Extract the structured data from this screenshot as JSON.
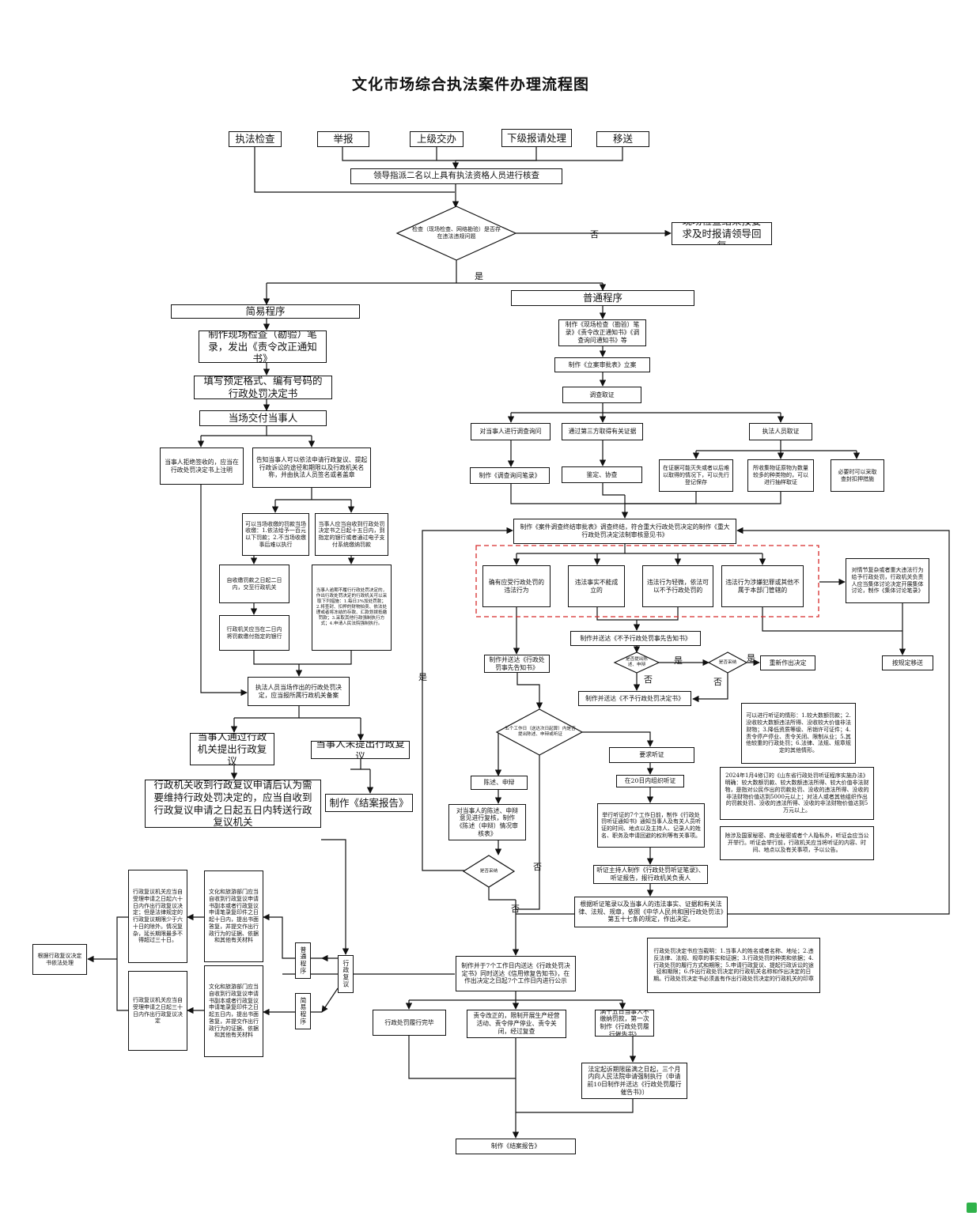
{
  "title": "文化市场综合执法案件办理流程图",
  "sources": [
    "执法检查",
    "举报",
    "上级交办",
    "下级报请处理",
    "移送"
  ],
  "assign": "领导指派二名以上具有执法资格人员进行核查",
  "check_diamond": "检查（现场检查、网络勘验）是否存在违法违规问题",
  "no_label": "否",
  "yes_label": "是",
  "no_result": "现场检查结果按要求及时报请领导回复",
  "simple": {
    "title": "简易程序",
    "step1": "制作现场检查（勘验）笔录，发出《责令改正通知书》",
    "step2": "填写预定格式、编有号码的行政处罚决定书",
    "step3": "当场交付当事人",
    "refuse": "当事人拒绝签收的，应当在行政处罚决定书上注明",
    "inform": "告知当事人可以依法申请行政复议、提起行政诉讼的途径和期限以及行政机关名称，并由执法人员签名或者盖章",
    "collect_spot": "可以当场收缴的罚款当场收缴：1.依法给予一百元以下罚款；2.不当场收缴事后难以执行",
    "self_pay": "当事人应当自收到行政处罚决定书之日起十五日内，到指定的银行或者通过电子支付系统缴纳罚款",
    "hand_in": "自收缴罚款之日起二日内，交至行政机关",
    "to_bank": "行政机关应当在二日内将罚款缴付指定的银行",
    "overdue": "当事人逾期不履行行政处罚决定的，作出行政处罚决定的行政机关可以采取下列措施：1.每日3%加处罚款；2.将查封、扣押的财物拍卖、依法处理或者将冻结的存款、汇款划拨抵缴罚款；3.采取其他行政强制执行方式；4.申请人民法院强制执行。",
    "report": "执法人员当场作出的行政处罚决定，应当报所属行政机关备案",
    "review_yes": "当事人通过行政机关提出行政复议",
    "review_no": "当事人未提出行政复议",
    "forward": "行政机关收到行政复议申请后认为需要维持行政处罚决定的，应当自收到行政复议申请之日起五日内转送行政复议机关",
    "closing": "制作《结案报告》"
  },
  "normal": {
    "title": "普通程序",
    "docs": "制作《现场检查（勘验）笔录》《责令改正通知书》《调查询问通知书》等",
    "filing": "制作《立案审批表》立案",
    "evidence": "调查取证",
    "inquiry": "对当事人进行调查询问",
    "third": "通过第三方取得有关证据",
    "officer": "执法人员取证",
    "record": "制作《调查询问笔录》",
    "appraise": "鉴定、协查",
    "preserve": "在证据可能灭失或者以后难以取得的情况下，可以先行登记保存",
    "sample": "所收集物证原物为数量较多的种类物的，可以进行抽样取证",
    "seize": "必要时可以采取查封扣押措施",
    "end_review": "制作《案件调查终结审批表》调查终结，符合重大行政处罚决定的制作《重大行政处罚决定法制审核意见书》",
    "outcomes": [
      "确有应受行政处罚的违法行为",
      "违法事实不能成立的",
      "违法行为轻微，依法可以不予行政处罚的",
      "违法行为涉嫌犯罪或其他不属于本部门管辖的"
    ],
    "collective": "对情节复杂或者重大违法行为给予行政处罚，行政机关负责人应当集体讨论决定开展集体讨论，制作《集体讨论笔录》",
    "no_penalty_notice": "制作并送达《不予行政处罚事先告知书》",
    "statement_q": "是否提出陈述、申辩",
    "adopt_q": "是否采纳",
    "redecide": "重新作出决定",
    "transfer": "按规定移送",
    "no_penalty_decision": "制作并送达《不予行政处罚决定书》",
    "pre_notice": "制作并送达《行政处罚事先告知书》",
    "five_day_q": "五个工作日（送达次日起算）内是否提出陈述、申辩或听证",
    "statement": "陈述、申辩",
    "review_statement": "对当事人的陈述、申辩意见进行复核，制作《陈述（申辩）情况审核表》",
    "adopt_q2": "是否采纳",
    "hearing_req": "要求听证",
    "hearing_20": "在20日内组织听证",
    "hearing_notice": "举行听证的7个工作日前，制作《行政处罚听证通知书》通知当事人及有关人员听证的时间、地点以及主持人、记录人的姓名、职务及申请回避的权利等有关事项。",
    "hearing_record": "听证主持人制作《行政处罚听证笔录》、听证报告，报行政机关负责人",
    "decide": "根据听证笔录以及当事人的违法事实、证据和有关法律、法规、规章，依照《中华人民共和国行政处罚法》第五十七条的规定，作出决定。",
    "hearing_cases": "可以进行听证的情形：1.较大数额罚款；2.没收较大数额违法所得、没收较大价值非法财物；3.降低资质等级、吊销许可证件；4.责令停产停业、责令关闭、限制从业；5.其他较重的行政处罚；6.法律、法规、规章规定的其他情形。",
    "provincial": "2024年1月4修订的《山东省行政处罚听证程序实施办法》明确：较大数额罚款、较大数额违法所得、较大价值非法财物，是指对公民作出的罚款处罚、没收的违法所得、没收的非法财物价值达到5000元以上；对法人或者其他组织作出的罚款处罚、没收的违法所得、没收的非法财物价值达到5万元以上。",
    "public": "除涉及国家秘密、商业秘密或者个人隐私外，听证会应当公开举行。听证会举行前，行政机关应当将听证的内容、时间、地点以及有关事项，予以公告。",
    "decision_content": "行政处罚决定书应当载明：1.当事人的姓名或者名称、地址；2.违反法律、法规、规章的事实和证据；3.行政处罚的种类和依据；4.行政处罚的履行方式和期限；5.申请行政复议、提起行政诉讼的途径和期限；6.作出行政处罚决定的行政机关名称和作出决定的日期。行政处罚决定书必须盖有作出行政处罚决定的行政机关的印章",
    "serve": "制作并于7个工作日内送达《行政处罚决定书》同时送达《信用修复告知书》，在作出决定之日起7个工作日内进行公示",
    "done": "行政处罚履行完毕",
    "rectify": "责令改正的，限制开展生产经营活动、责令停产停业、责令关闭，经过复查",
    "urge": "满十五日当事人不缴纳罚款，第一次制作《行政处罚履行催告书》",
    "court": "法定起诉期限届满之日起，三个月内向人民法院申请强制执行（申请前10日制作并送达《行政处罚履行催告书》）",
    "closing": "制作《结案报告》"
  },
  "review": {
    "agency": "行政复议",
    "normal": "普通程序",
    "simple": "简易程序",
    "normal_materials": "文化和旅游部门应当自收到行政复议申请书副本或者行政复议申请笔录复印件之日起十日内，提出书面答复，并提交作出行政行为的证据、依据和其他有关材料",
    "simple_materials": "文化和旅游部门应当自收到行政复议申请书副本或者行政复议申请笔录复印件之日起五日内，提出书面答复，并提交作出行政行为的证据、依据和其他有关材料",
    "decide_60": "行政复议机关应当自受理申请之日起六十日内作出行政复议决定；但是法律规定的行政复议期限少于六十日的除外。情况复杂，延长期限最多不得超过三十日。",
    "decide_30": "行政复议机关应当自受理申请之日起三十日内作出行政复议决定",
    "handle": "根据行政复议决定书依法处理"
  }
}
